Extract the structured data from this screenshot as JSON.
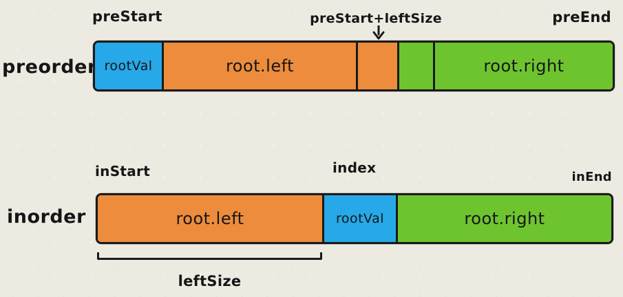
{
  "colors": {
    "orange": "#ec8c3c",
    "blue": "#27a8e8",
    "green": "#6ec42f",
    "outline": "#1a1a1a",
    "background": "#edeae2"
  },
  "preorder": {
    "row_label": "preorder",
    "marker_start": "preStart",
    "marker_split": "preStart+leftSize",
    "marker_end": "preEnd",
    "segments": [
      {
        "id": "root-val",
        "label": "rootVal",
        "color": "blue"
      },
      {
        "id": "root-left",
        "label": "root.left",
        "color": "orange"
      },
      {
        "id": "root-left-tail",
        "label": "",
        "color": "orange"
      },
      {
        "id": "root-right-head",
        "label": "",
        "color": "green"
      },
      {
        "id": "root-right",
        "label": "root.right",
        "color": "green"
      }
    ]
  },
  "inorder": {
    "row_label": "inorder",
    "marker_start": "inStart",
    "marker_index": "index",
    "marker_end": "inEnd",
    "segments": [
      {
        "id": "root-left",
        "label": "root.left",
        "color": "orange"
      },
      {
        "id": "root-val",
        "label": "rootVal",
        "color": "blue"
      },
      {
        "id": "root-right",
        "label": "root.right",
        "color": "green"
      }
    ]
  },
  "bracket": {
    "label": "leftSize"
  }
}
